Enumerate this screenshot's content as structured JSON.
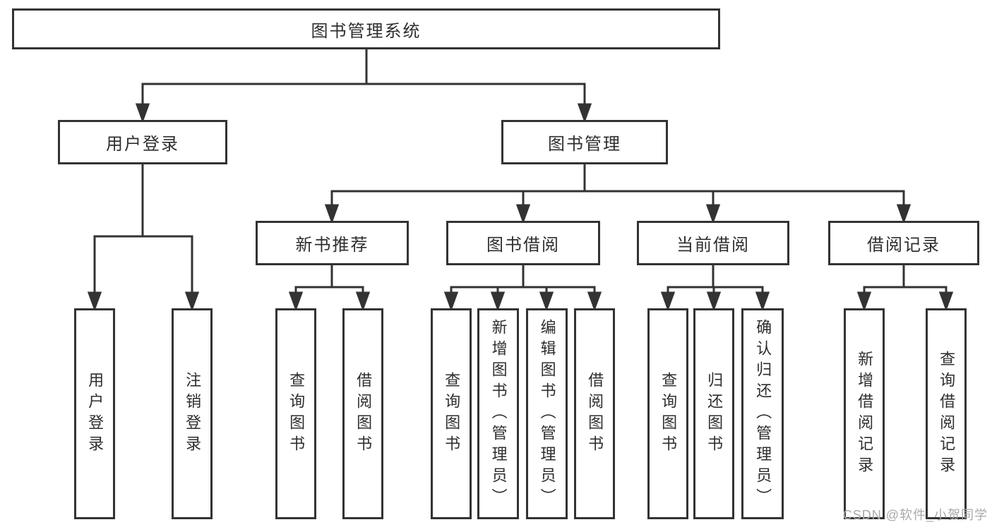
{
  "root": {
    "label": "图书管理系统",
    "children": [
      {
        "label": "用户登录",
        "children": [
          {
            "label": "用户登录"
          },
          {
            "label": "注销登录"
          }
        ]
      },
      {
        "label": "图书管理",
        "children": [
          {
            "label": "新书推荐",
            "children": [
              {
                "label": "查询图书"
              },
              {
                "label": "借阅图书"
              }
            ]
          },
          {
            "label": "图书借阅",
            "children": [
              {
                "label": "查询图书"
              },
              {
                "label": "新增图书（管理员）"
              },
              {
                "label": "编辑图书（管理员）"
              },
              {
                "label": "借阅图书"
              }
            ]
          },
          {
            "label": "当前借阅",
            "children": [
              {
                "label": "查询图书"
              },
              {
                "label": "归还图书"
              },
              {
                "label": "确认归还（管理员）"
              }
            ]
          },
          {
            "label": "借阅记录",
            "children": [
              {
                "label": "新增借阅记录"
              },
              {
                "label": "查询借阅记录"
              }
            ]
          }
        ]
      }
    ]
  },
  "watermark": {
    "text": "CSDN @软件_小贺同学"
  },
  "colors": {
    "line": "#333333",
    "text": "#2e2e2e",
    "watermark_gray": "#a9a9a9",
    "background": "#ffffff"
  }
}
